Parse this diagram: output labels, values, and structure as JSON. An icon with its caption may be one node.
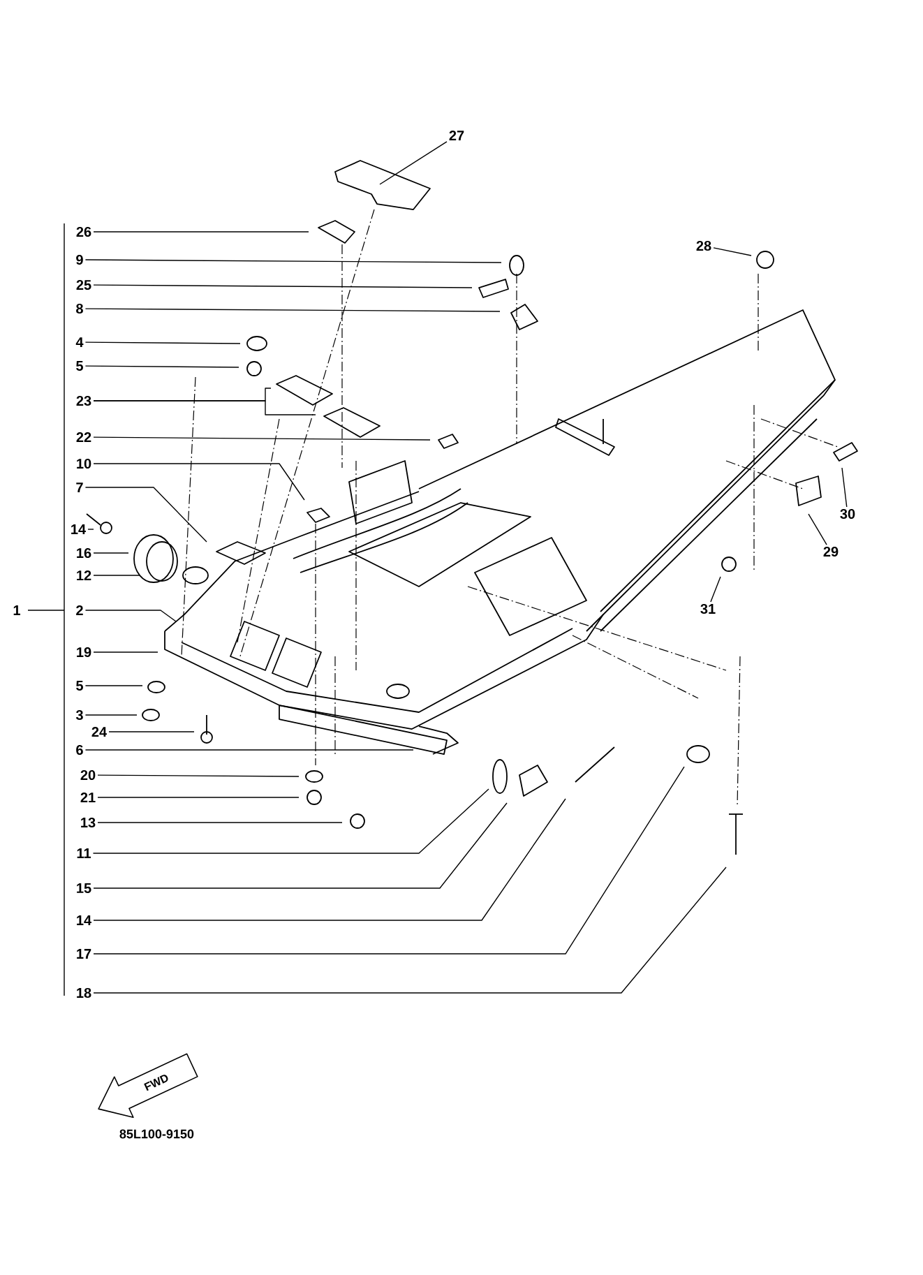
{
  "diagram": {
    "nodes": [
      {
        "text": [
          "27"
        ]
      },
      {
        "text": [
          "26"
        ]
      },
      {
        "text": [
          "9"
        ]
      },
      {
        "text": [
          "25"
        ]
      },
      {
        "text": [
          "8"
        ]
      },
      {
        "text": [
          "28"
        ]
      },
      {
        "text": [
          "4"
        ]
      },
      {
        "text": [
          "5"
        ]
      },
      {
        "text": [
          "23"
        ]
      },
      {
        "text": [
          "22"
        ]
      },
      {
        "text": [
          "10"
        ]
      },
      {
        "text": [
          "30"
        ]
      },
      {
        "text": [
          "7"
        ]
      },
      {
        "text": [
          "14"
        ]
      },
      {
        "text": [
          "29"
        ]
      },
      {
        "text": [
          "16"
        ]
      },
      {
        "text": [
          "12"
        ]
      },
      {
        "text": [
          "31"
        ]
      },
      {
        "text": [
          "1"
        ]
      },
      {
        "text": [
          "2"
        ]
      },
      {
        "text": [
          "19"
        ]
      },
      {
        "text": [
          "5"
        ]
      },
      {
        "text": [
          "3"
        ]
      },
      {
        "text": [
          "24"
        ]
      },
      {
        "text": [
          "6"
        ]
      },
      {
        "text": [
          "20"
        ]
      },
      {
        "text": [
          "21"
        ]
      },
      {
        "text": [
          "13"
        ]
      },
      {
        "text": [
          "11"
        ]
      },
      {
        "text": [
          "15"
        ]
      },
      {
        "text": [
          "14"
        ]
      },
      {
        "text": [
          "17"
        ]
      },
      {
        "text": [
          "18"
        ]
      }
    ],
    "edges": [
      {
        "from": 0,
        "to": null,
        "arrow": "none"
      },
      {
        "from": 1,
        "to": null,
        "arrow": "none"
      },
      {
        "from": 2,
        "to": null,
        "arrow": "none"
      },
      {
        "from": 3,
        "to": null,
        "arrow": "none"
      },
      {
        "from": 4,
        "to": null,
        "arrow": "none"
      },
      {
        "from": 5,
        "to": null,
        "arrow": "none"
      },
      {
        "from": 6,
        "to": null,
        "arrow": "none"
      },
      {
        "from": 7,
        "to": null,
        "arrow": "none"
      },
      {
        "from": 8,
        "to": null,
        "arrow": "none"
      },
      {
        "from": 8,
        "to": null,
        "arrow": "none"
      },
      {
        "from": 9,
        "to": null,
        "arrow": "none"
      },
      {
        "from": 10,
        "to": null,
        "arrow": "none"
      },
      {
        "from": 11,
        "to": null,
        "arrow": "none"
      },
      {
        "from": 12,
        "to": null,
        "arrow": "none"
      },
      {
        "from": 13,
        "to": null,
        "arrow": "none"
      },
      {
        "from": 14,
        "to": null,
        "arrow": "none"
      },
      {
        "from": 15,
        "to": null,
        "arrow": "none"
      },
      {
        "from": 16,
        "to": null,
        "arrow": "none"
      },
      {
        "from": 17,
        "to": null,
        "arrow": "none"
      },
      {
        "from": 19,
        "to": null,
        "arrow": "none"
      },
      {
        "from": 20,
        "to": null,
        "arrow": "none"
      },
      {
        "from": 21,
        "to": null,
        "arrow": "none"
      },
      {
        "from": 22,
        "to": null,
        "arrow": "none"
      },
      {
        "from": 23,
        "to": null,
        "arrow": "none"
      },
      {
        "from": 24,
        "to": null,
        "arrow": "none"
      },
      {
        "from": 25,
        "to": null,
        "arrow": "none"
      },
      {
        "from": 26,
        "to": null,
        "arrow": "none"
      },
      {
        "from": 27,
        "to": null,
        "arrow": "none"
      },
      {
        "from": 28,
        "to": null,
        "arrow": "none"
      },
      {
        "from": 29,
        "to": null,
        "arrow": "none"
      },
      {
        "from": 30,
        "to": null,
        "arrow": "none"
      },
      {
        "from": 31,
        "to": null,
        "arrow": "none"
      },
      {
        "from": 32,
        "to": null,
        "arrow": "none"
      }
    ],
    "labels": [
      "FWD",
      "85L100-9150"
    ]
  }
}
